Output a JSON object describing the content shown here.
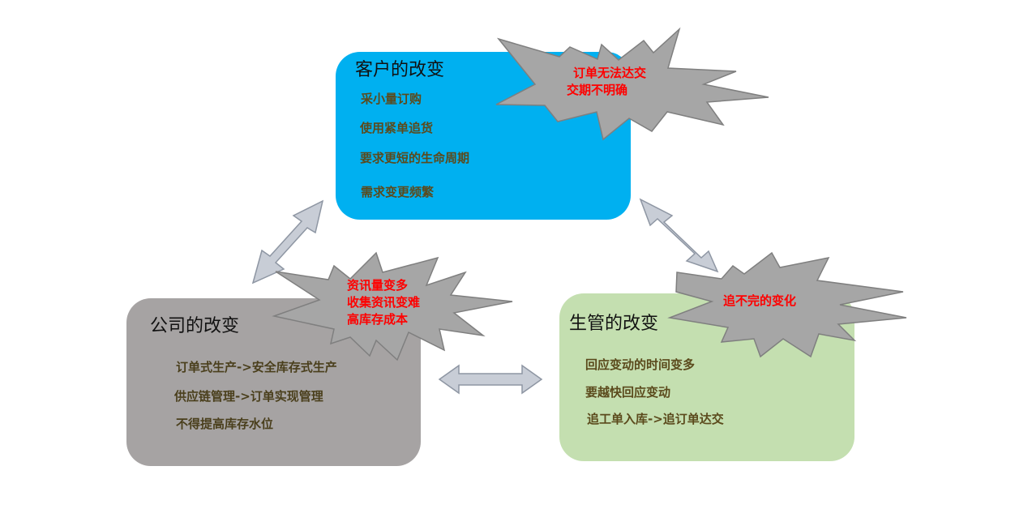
{
  "colors": {
    "customer_box": "#00b0f0",
    "company_box": "#a6a3a3",
    "production_box": "#c4dfb0",
    "item_text": "#5b4a1c",
    "burst_fill": "#a6a6a6",
    "burst_stroke": "#7f7f7f",
    "burst_text": "#ff0000",
    "arrow_fill": "#c8cdd6",
    "arrow_stroke": "#8e96a3"
  },
  "customer": {
    "title": "客户的改变",
    "items": [
      "采小量订购",
      "使用紧单追货",
      "要求更短的生命周期",
      "需求变更频繁"
    ]
  },
  "company": {
    "title": "公司的改变",
    "items": [
      "订单式生产->安全库存式生产",
      "供应链管理->订单实现管理",
      "不得提高库存水位"
    ]
  },
  "production": {
    "title": "生管的改变",
    "items": [
      "回应变动的时间变多",
      "要越快回应变动",
      "追工单入库->追订单达交"
    ]
  },
  "bursts": {
    "customer_burst": [
      "订单无法达交",
      "交期不明确"
    ],
    "company_burst": [
      "资讯量变多",
      "收集资讯变难",
      "高库存成本"
    ],
    "production_burst": [
      "追不完的变化"
    ]
  }
}
